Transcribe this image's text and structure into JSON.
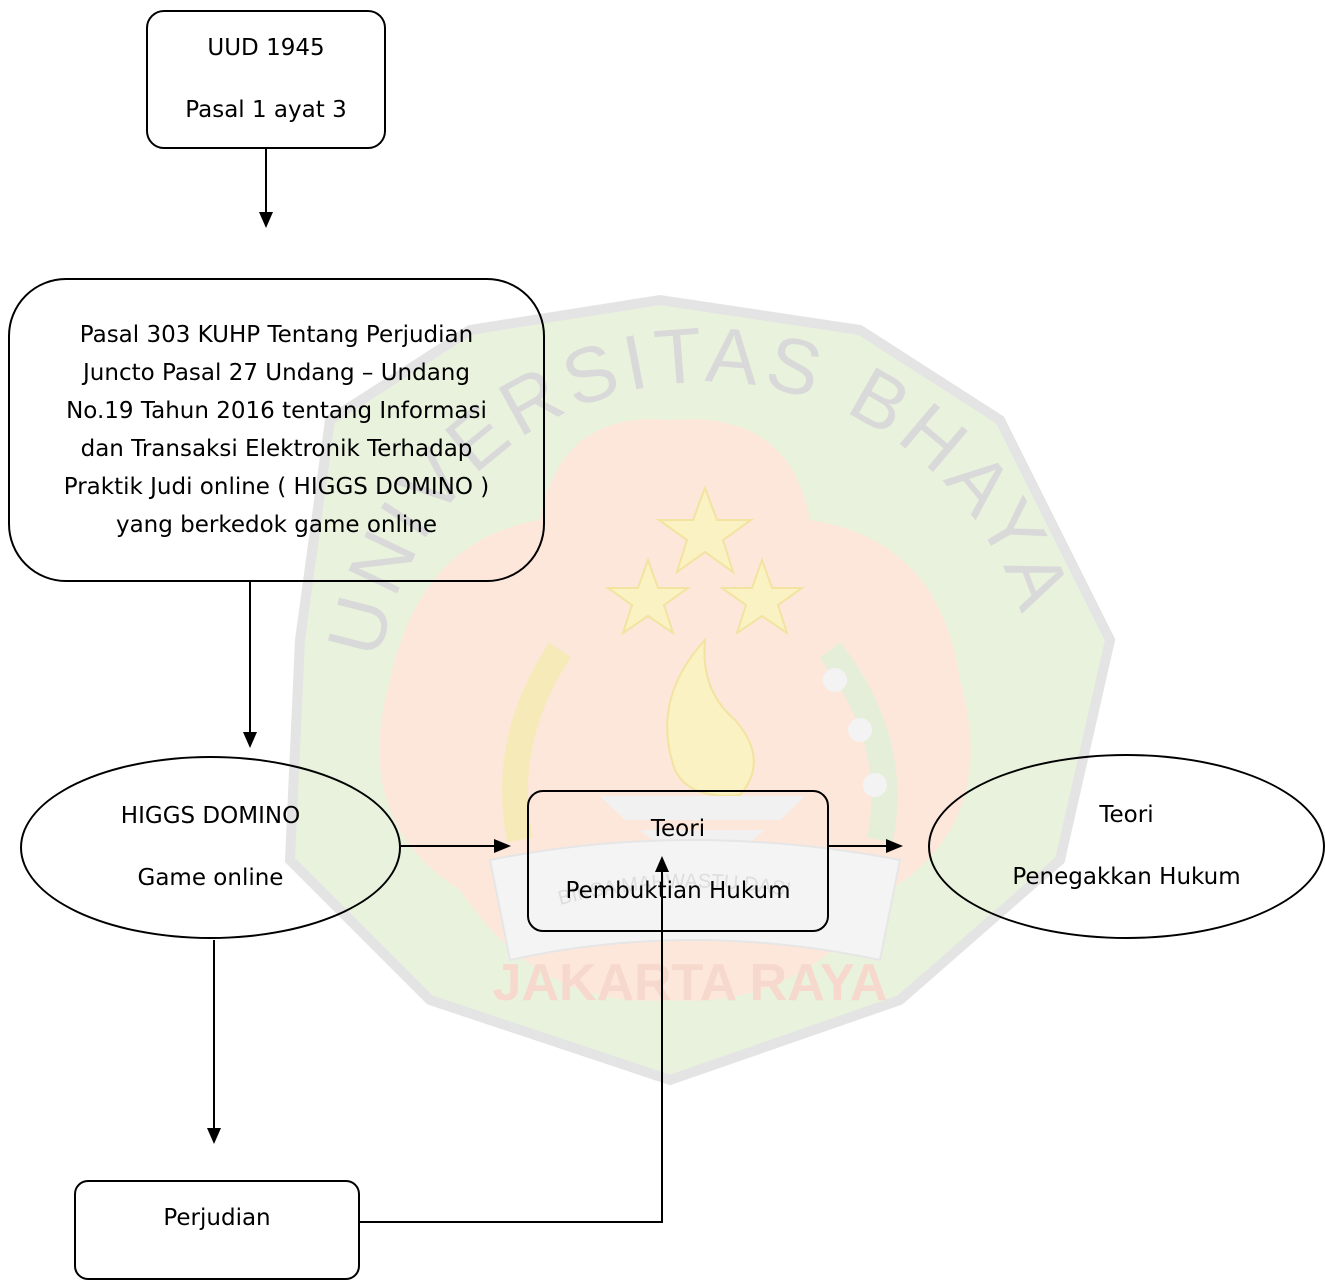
{
  "nodes": {
    "uud": {
      "line1": "UUD 1945",
      "line2": "Pasal 1 ayat 3"
    },
    "pasal303": {
      "lines": [
        "Pasal 303 KUHP Tentang Perjudian",
        "Juncto Pasal 27 Undang – Undang",
        "No.19 Tahun 2016 tentang Informasi",
        "dan Transaksi Elektronik Terhadap",
        "Praktik Judi online ( HIGGS DOMINO )",
        "yang berkedok game online"
      ]
    },
    "higgs": {
      "line1": "HIGGS DOMINO",
      "line2": "Game online"
    },
    "pembuktian": {
      "line1": "Teori",
      "line2": "Pembuktian Hukum"
    },
    "penegakkan": {
      "line1": "Teori",
      "line2": "Penegakkan Hukum"
    },
    "perjudian": {
      "label": "Perjudian"
    }
  },
  "watermark": {
    "arc_top": "UNIVERSITAS BHAYANGKARA",
    "ribbon": "BIKSA MAHWASTU DASI",
    "bottom": "JAKARTA RAYA",
    "colors": {
      "outer": "#e9f2dd",
      "inner": "#fde7da",
      "accent": "#fbf2c4",
      "text": "#d9d9d9"
    }
  }
}
